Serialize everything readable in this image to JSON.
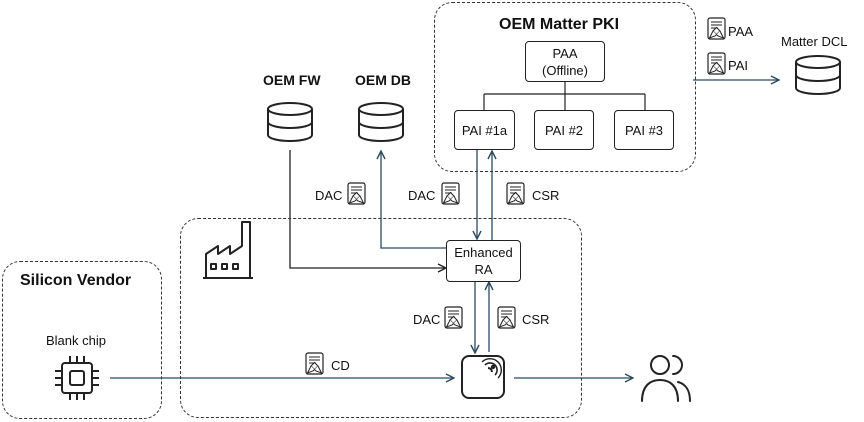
{
  "groups": {
    "pki_title": "OEM Matter PKI",
    "silicon_title": "Silicon Vendor"
  },
  "nodes": {
    "paa_line1": "PAA",
    "paa_line2": "(Offline)",
    "pai_1a": "PAI #1a",
    "pai_2": "PAI #2",
    "pai_3": "PAI #3",
    "oem_fw": "OEM FW",
    "oem_db": "OEM DB",
    "matter_dcl": "Matter DCL",
    "enhanced_ra_line1": "Enhanced",
    "enhanced_ra_line2": "RA",
    "blank_chip": "Blank chip"
  },
  "certificates": {
    "paa": "PAA",
    "pai": "PAI",
    "dac_db": "DAC",
    "dac_pki": "DAC",
    "csr_pki": "CSR",
    "dac_device": "DAC",
    "csr_device": "CSR",
    "cd": "CD"
  },
  "colors": {
    "arrow": "#2b4a5e",
    "line": "#222222",
    "dashed_border": "#333333"
  },
  "icons": [
    "database-icon",
    "certificate-icon",
    "factory-icon",
    "chip-icon",
    "nfc-device-icon",
    "users-icon"
  ]
}
